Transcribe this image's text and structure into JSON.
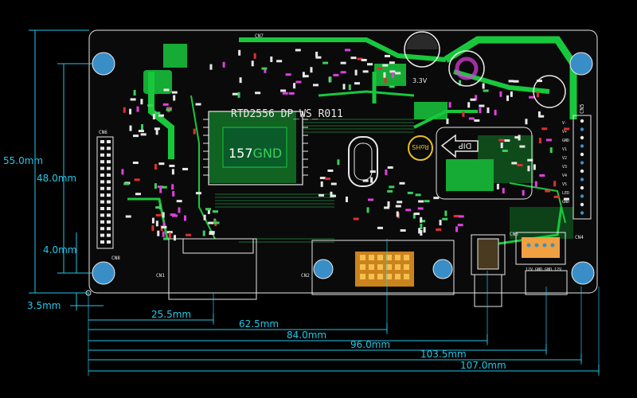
{
  "dimensions": {
    "horizontal": [
      "25.5mm",
      "62.5mm",
      "84.0mm",
      "96.0mm",
      "103.5mm",
      "107.0mm"
    ],
    "vertical": [
      "55.0mm",
      "48.0mm",
      "4.0mm",
      "3.5mm"
    ]
  },
  "board": {
    "chip_marking": "RTD2556 DP_WS_R011",
    "chip_center": "157",
    "chip_center_suffix": "GND",
    "voltage_label": "3.3V",
    "arrow_label": "DIP",
    "rohs_label": "RoHS",
    "connector_labels": {
      "cn1": "CN1",
      "cn2": "CN2",
      "cn3": "CN3",
      "cn4": "CN4",
      "cn5": "CN5",
      "cn6": "CN6",
      "cn7": "CN7",
      "cn8": "CN8"
    },
    "power_pins": "12V GND GND 12V",
    "side_pins": [
      "V-",
      "V+",
      "GND",
      "V1",
      "V2",
      "V3",
      "V4",
      "V5",
      "LED",
      "GND"
    ]
  },
  "colors": {
    "board": "#0a0a0a",
    "trace_green": "#18c83c",
    "dimension_cyan": "#22c8e8",
    "hole_blue": "#3a8ec8",
    "silkscreen": "#e8e8e8",
    "pad_red": "#e03030",
    "pad_magenta": "#e040e0"
  }
}
